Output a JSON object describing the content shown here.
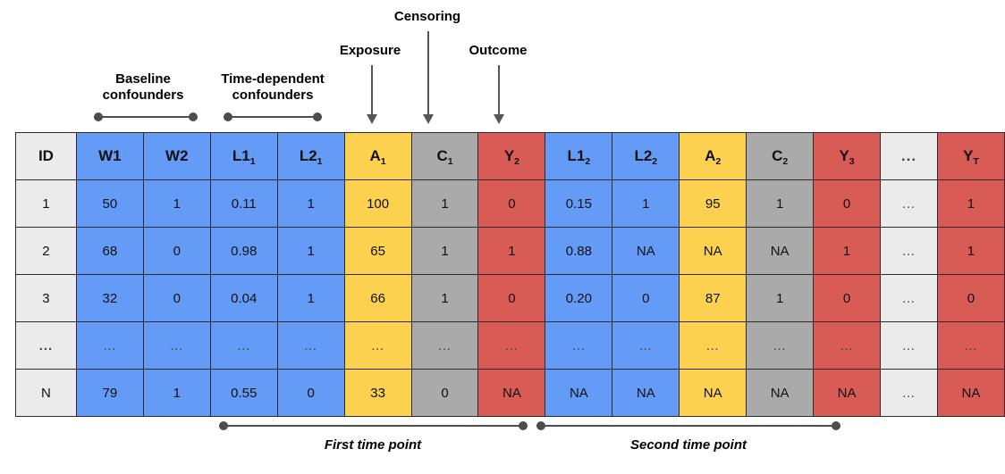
{
  "figure": {
    "type": "data-structure-diagram",
    "title_annotations": {
      "baseline_confounders": "Baseline\nconfounders",
      "time_dependent_confounders": "Time-dependent\nconfounders",
      "exposure": "Exposure",
      "censoring": "Censoring",
      "outcome": "Outcome"
    },
    "bottom_annotations": {
      "first_time_point": "First time point",
      "second_time_point": "Second time point"
    }
  },
  "colors": {
    "baseline_confounder": "#649bf7",
    "exposure": "#fbd14f",
    "censoring": "#aaaaaa",
    "outcome": "#d95b56",
    "neutral": "#ebebeb",
    "border": "#2b2b2b",
    "annotation_line": "#4d4d4d",
    "arrow": "#555555"
  },
  "table": {
    "columns": [
      {
        "key": "ID",
        "base": "ID",
        "sub": "",
        "color": "neutral"
      },
      {
        "key": "W1",
        "base": "W1",
        "sub": "",
        "color": "baseline_confounder"
      },
      {
        "key": "W2",
        "base": "W2",
        "sub": "",
        "color": "baseline_confounder"
      },
      {
        "key": "L1_1",
        "base": "L1",
        "sub": "1",
        "color": "baseline_confounder"
      },
      {
        "key": "L2_1",
        "base": "L2",
        "sub": "1",
        "color": "baseline_confounder"
      },
      {
        "key": "A_1",
        "base": "A",
        "sub": "1",
        "color": "exposure"
      },
      {
        "key": "C_1",
        "base": "C",
        "sub": "1",
        "color": "censoring"
      },
      {
        "key": "Y_2",
        "base": "Y",
        "sub": "2",
        "color": "outcome"
      },
      {
        "key": "L1_2",
        "base": "L1",
        "sub": "2",
        "color": "baseline_confounder"
      },
      {
        "key": "L2_2",
        "base": "L2",
        "sub": "2",
        "color": "baseline_confounder"
      },
      {
        "key": "A_2",
        "base": "A",
        "sub": "2",
        "color": "exposure"
      },
      {
        "key": "C_2",
        "base": "C",
        "sub": "2",
        "color": "censoring"
      },
      {
        "key": "Y_3",
        "base": "Y",
        "sub": "3",
        "color": "outcome"
      },
      {
        "key": "ELL",
        "base": "...",
        "sub": "",
        "color": "neutral"
      },
      {
        "key": "Y_T",
        "base": "Y",
        "sub": "T",
        "color": "outcome"
      }
    ],
    "rows": [
      {
        "id": "1",
        "cells": [
          "50",
          "1",
          "0.11",
          "1",
          "100",
          "1",
          "0",
          "0.15",
          "1",
          "95",
          "1",
          "0",
          "…",
          "1"
        ]
      },
      {
        "id": "2",
        "cells": [
          "68",
          "0",
          "0.98",
          "1",
          "65",
          "1",
          "1",
          "0.88",
          "NA",
          "NA",
          "NA",
          "1",
          "…",
          "1"
        ]
      },
      {
        "id": "3",
        "cells": [
          "32",
          "0",
          "0.04",
          "1",
          "66",
          "1",
          "0",
          "0.20",
          "0",
          "87",
          "1",
          "0",
          "…",
          "0"
        ]
      },
      {
        "id": "...",
        "cells": [
          "…",
          "…",
          "…",
          "…",
          "…",
          "…",
          "…",
          "…",
          "…",
          "…",
          "…",
          "…",
          "…",
          "…"
        ]
      },
      {
        "id": "N",
        "cells": [
          "79",
          "1",
          "0.55",
          "0",
          "33",
          "0",
          "NA",
          "NA",
          "NA",
          "NA",
          "NA",
          "NA",
          "…",
          "NA"
        ]
      }
    ]
  }
}
